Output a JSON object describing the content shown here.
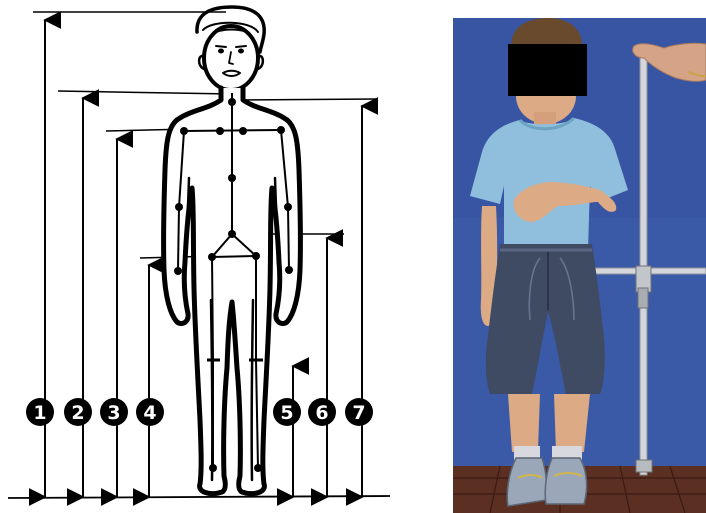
{
  "measurements": [
    {
      "id": "1",
      "label": "1"
    },
    {
      "id": "2",
      "label": "2"
    },
    {
      "id": "3",
      "label": "3"
    },
    {
      "id": "4",
      "label": "4"
    },
    {
      "id": "5",
      "label": "5"
    },
    {
      "id": "6",
      "label": "6"
    },
    {
      "id": "7",
      "label": "7"
    }
  ],
  "colors": {
    "line": "#000000",
    "backdrop": "#3a5aa8",
    "shirt": "#8fbfdc",
    "shorts": "#3f4a63",
    "floor": "#5b2f22",
    "skin": "#dcaa84",
    "rod": "#d4d6da",
    "censor": "#000000"
  },
  "photo": {
    "face_censored": true,
    "subject": "child-standing-beside-stadiometer"
  }
}
